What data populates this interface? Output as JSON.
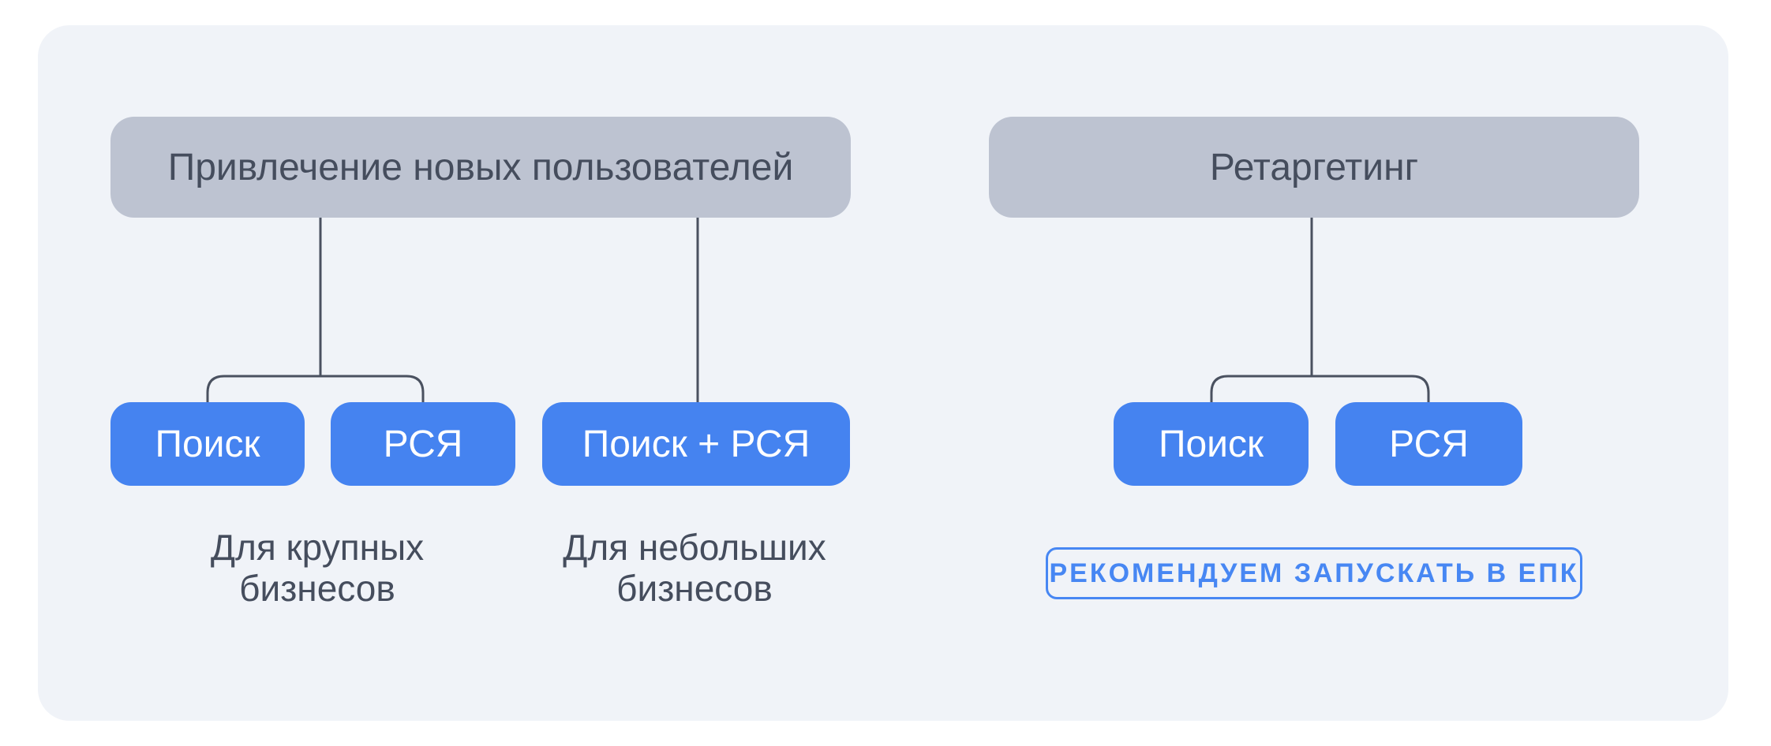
{
  "colors": {
    "page_background": "#ffffff",
    "canvas_background": "#f0f3f8",
    "header_box_fill": "#bdc3d1",
    "child_box_fill": "#4583f0",
    "child_box_text": "#ffffff",
    "dark_text": "#454d5d",
    "connector_line": "#4a5160",
    "badge_accent": "#4787f3"
  },
  "diagram": {
    "left_group": {
      "header": "Привлечение новых пользователей",
      "children": [
        "Поиск",
        "РСЯ",
        "Поиск + РСЯ"
      ],
      "captions": [
        {
          "line1": "Для крупных",
          "line2": "бизнесов"
        },
        {
          "line1": "Для небольших",
          "line2": "бизнесов"
        }
      ]
    },
    "right_group": {
      "header": "Ретаргетинг",
      "children": [
        "Поиск",
        "РСЯ"
      ],
      "badge": "РЕКОМЕНДУЕМ ЗАПУСКАТЬ В ЕПК"
    }
  }
}
